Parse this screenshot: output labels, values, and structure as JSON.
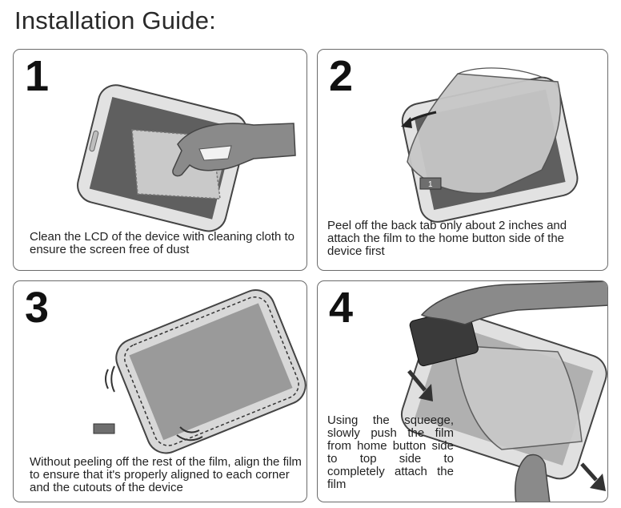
{
  "title": "Installation Guide:",
  "steps": [
    {
      "number": "1",
      "text": "Clean the LCD of the device with cleaning cloth to ensure the screen free of dust"
    },
    {
      "number": "2",
      "text": "Peel off the back tab only about 2 inches and attach the film to the home button side of the device first"
    },
    {
      "number": "3",
      "text": "Without peeling off the rest of the film, align the film to ensure that it's properly aligned to each corner and the cutouts of the device"
    },
    {
      "number": "4",
      "text": "Using the squeege, slowly push the film from home button side to top side to completely attach the film"
    }
  ],
  "tab_label": "1",
  "colors": {
    "panel_border": "#6b6b6b",
    "phone_fill": "#d9d9d9",
    "screen_dark": "#5e5e5e",
    "film": "#c8c8c8",
    "hand": "#8a8a8a"
  }
}
